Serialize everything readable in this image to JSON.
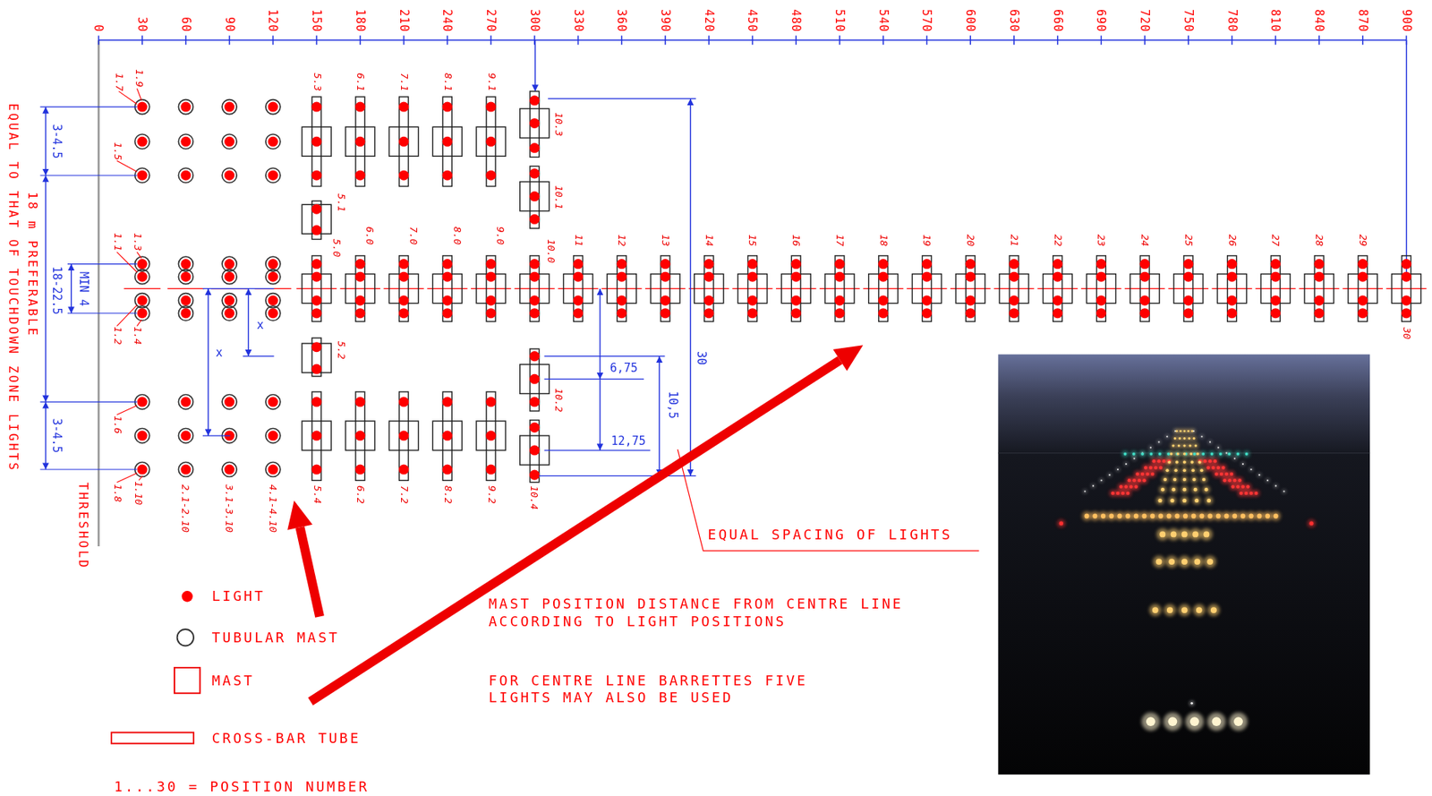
{
  "diagram": {
    "labels": [
      "0",
      "30",
      "60",
      "90",
      "120",
      "150",
      "180",
      "210",
      "240",
      "270",
      "300",
      "330",
      "360",
      "390",
      "420",
      "450",
      "480",
      "510",
      "540",
      "570",
      "600",
      "630",
      "660",
      "690",
      "720",
      "750",
      "780",
      "810",
      "840",
      "870",
      "900",
      "1.9",
      "1.7",
      "1.5",
      "1.3",
      "1.1",
      "1.4",
      "1.2",
      "1.6",
      "1.8",
      "1.10",
      "2.1-2.10",
      "3.1-3.10",
      "4.1-4.10",
      "5.3",
      "6.1",
      "7.1",
      "8.1",
      "9.1",
      "10.3",
      "10.1",
      "5.1",
      "5.0",
      "6.0",
      "7.0",
      "8.0",
      "9.0",
      "10.0",
      "11",
      "12",
      "13",
      "14",
      "15",
      "16",
      "17",
      "18",
      "19",
      "20",
      "21",
      "22",
      "23",
      "24",
      "25",
      "26",
      "27",
      "28",
      "29",
      "30",
      "5.2",
      "5.4",
      "6.2",
      "7.2",
      "8.2",
      "9.2",
      "10.4",
      "10.2",
      "3-4.5",
      "18-22.5",
      "3-4.5",
      "MIN 4",
      "18 m PREFERABLE",
      "EQUAL TO THAT OF TOUCHDOWN ZONE LIGHTS",
      "THRESHOLD",
      "x",
      "x",
      "6,75",
      "12,75",
      "10,5",
      "30",
      "EQUAL SPACING OF LIGHTS",
      "MAST POSITION DISTANCE FROM CENTRE LINE ACCORDING TO LIGHT POSITIONS",
      "FOR CENTRE LINE BARRETTES FIVE LIGHTS MAY ALSO BE USED",
      "1...30 = POSITION NUMBER"
    ],
    "legend": [
      {
        "text": "LIGHT",
        "color": "#ff0000"
      },
      {
        "text": "TUBULAR MAST"
      },
      {
        "text": "MAST"
      },
      {
        "text": "CROSS-BAR TUBE"
      }
    ]
  }
}
